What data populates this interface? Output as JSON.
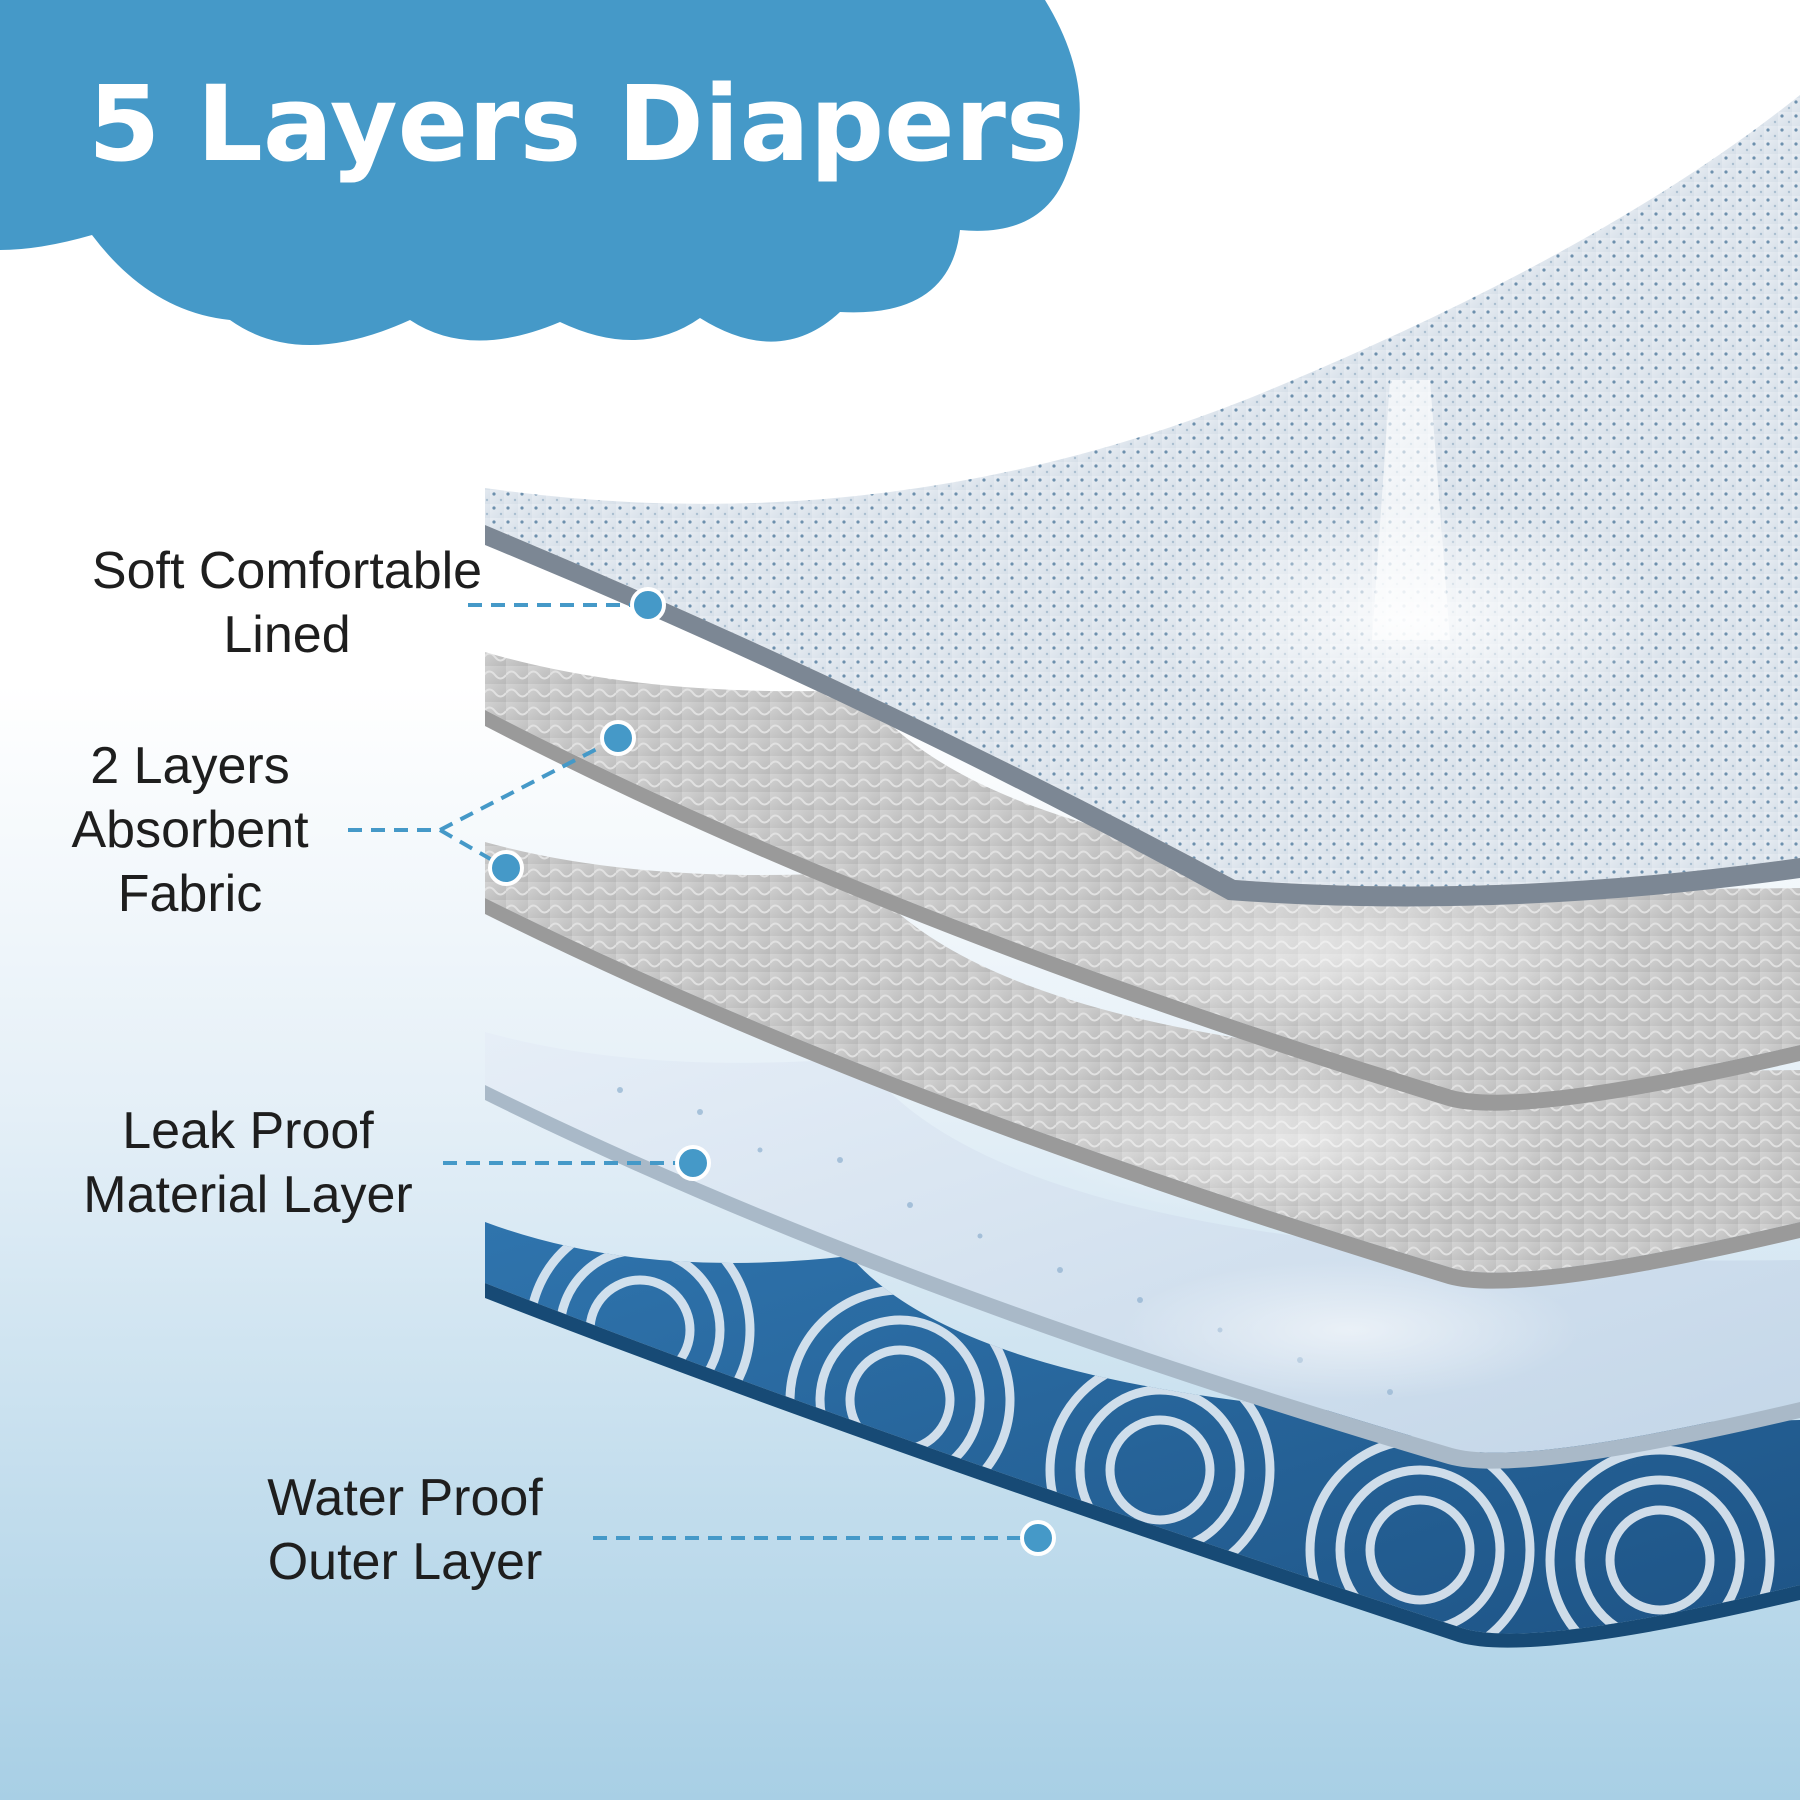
{
  "title": "5 Layers Diapers",
  "labels": {
    "soft_line1": "Soft Comfortable",
    "soft_line2": "Lined",
    "absorb_line1": "2 Layers",
    "absorb_line2": "Absorbent",
    "absorb_line3": "Fabric",
    "leak_line1": "Leak Proof",
    "leak_line2": "Material Layer",
    "water_line1": "Water Proof",
    "water_line2": "Outer Layer"
  },
  "colors": {
    "accent": "#4599c8",
    "label_text": "#1e1e1e",
    "title_text": "#ffffff",
    "layer_top": "#dfe6ee",
    "layer_absorb": "#cdcdcd",
    "layer_leak": "#d2e2f0",
    "layer_outer": "#2a6aa0"
  }
}
